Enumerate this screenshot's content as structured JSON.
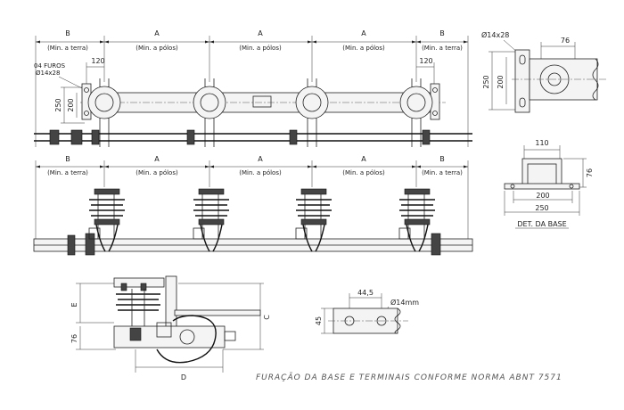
{
  "top_view": {
    "segments": [
      "B",
      "A",
      "A",
      "A",
      "B"
    ],
    "segment_notes": [
      "(Min. a terra)",
      "(Min. a pólos)",
      "(Min. a pólos)",
      "(Min. a pólos)",
      "(Min. a terra)"
    ],
    "left_holes_label_1": "04 FUROS",
    "left_holes_label_2": "Ø14x28",
    "dim_120_left": "120",
    "dim_120_right": "120",
    "dim_250": "250",
    "dim_200": "200"
  },
  "front_view": {
    "segments": [
      "B",
      "A",
      "A",
      "A",
      "B"
    ],
    "segment_notes": [
      "(Min. a terra)",
      "(Min. a pólos)",
      "(Min. a pólos)",
      "(Min. a pólos)",
      "(Min. a terra)"
    ]
  },
  "base_plan_detail": {
    "hole_label": "Ø14x28",
    "dim_76": "76",
    "dim_250": "250",
    "dim_200": "200"
  },
  "base_detail": {
    "dim_110": "110",
    "dim_76": "76",
    "dim_200": "200",
    "dim_250": "250",
    "caption": "DET. DA BASE"
  },
  "side_view": {
    "dim_e": "E",
    "dim_76": "76",
    "dim_c": "C",
    "dim_d": "D"
  },
  "terminal_detail": {
    "dim_44_5": "44,5",
    "hole_label": "Ø14mm",
    "dim_45": "45"
  },
  "footer_note": "FURAÇÃO DA BASE E TERMINAIS CONFORME NORMA ABNT 7571"
}
